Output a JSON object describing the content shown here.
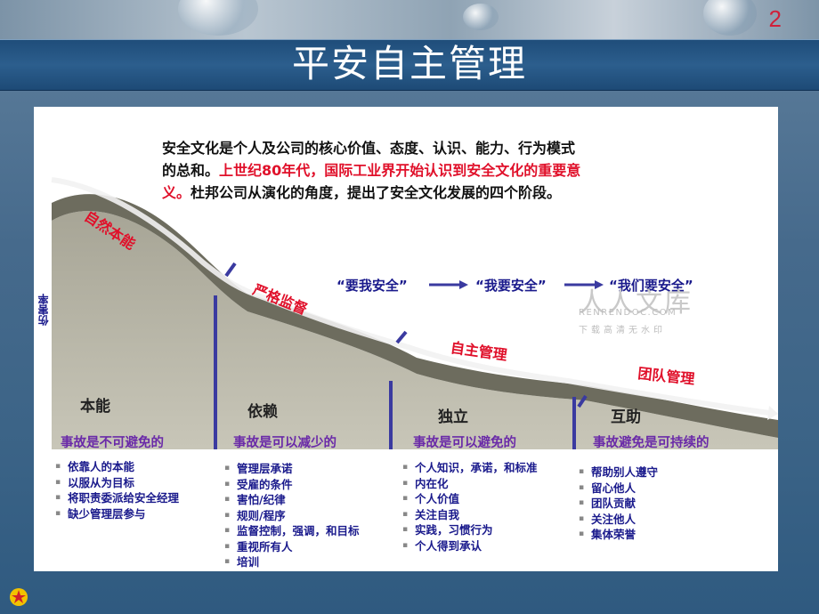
{
  "page_number": "2",
  "title": "平安自主管理",
  "intro": {
    "line1": "安全文化是个人及公司的核心价值、态度、认识、能力、行为模式",
    "line2a": "的总和。",
    "line2b": "上世纪80年代，国际工业界开始认识到安全文化的重要意",
    "line3a": "义。",
    "line3b": "杜邦公司从演化的角度，提出了安全文化发展的四个阶段。"
  },
  "y_axis_label": "伤害率",
  "phases": [
    "自然本能",
    "严格监督",
    "自主管理",
    "团队管理"
  ],
  "slogans": [
    "“要我安全”",
    "“我要安全”",
    "“我们要安全”"
  ],
  "stages": [
    {
      "name": "本能",
      "belief": "事故是不可避免的",
      "items": [
        "依靠人的本能",
        "以服从为目标",
        "将职责委派给安全经理",
        "缺少管理层参与"
      ]
    },
    {
      "name": "依赖",
      "belief": "事故是可以减少的",
      "items": [
        "管理层承诺",
        "受雇的条件",
        "害怕/纪律",
        "规则/程序",
        "监督控制，强调，和目标",
        "重视所有人",
        "培训"
      ]
    },
    {
      "name": "独立",
      "belief": "事故是可以避免的",
      "items": [
        "个人知识，承诺，和标准",
        "内在化",
        "个人价值",
        "关注自我",
        "实践，习惯行为",
        "个人得到承认"
      ]
    },
    {
      "name": "互助",
      "belief": "事故避免是可持续的",
      "items": [
        "帮助别人遵守",
        "留心他人",
        "团队贡献",
        "关注他人",
        "集体荣誉"
      ]
    }
  ],
  "watermark": {
    "big": "人人文库",
    "url": "RENRENDOC.COM",
    "sub": "下载高清无水印"
  },
  "colors": {
    "phase_red": "#e0102a",
    "list_blue": "#1a1a8c",
    "belief_purple": "#6a2aa8",
    "title_band": "#2c5e8d"
  }
}
